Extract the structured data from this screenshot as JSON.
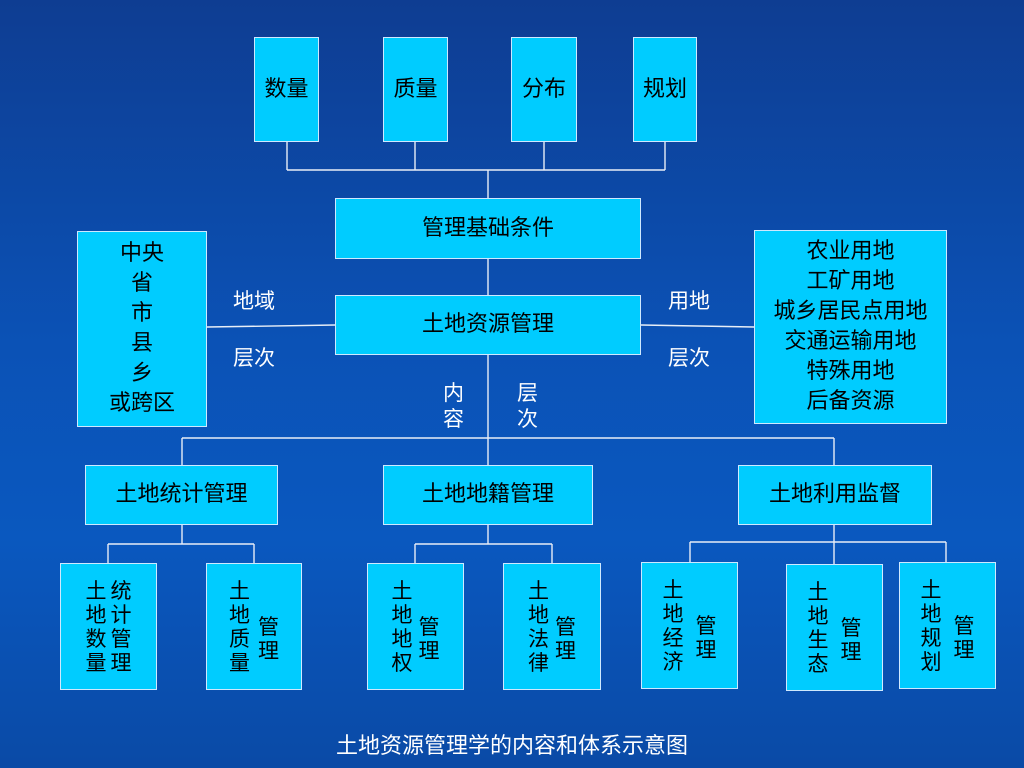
{
  "top_factors": [
    "数量",
    "质量",
    "分布",
    "规划"
  ],
  "basis": "管理基础条件",
  "center": "土地资源管理",
  "left_box": "中央\n省\n市\n县\n乡\n或跨区",
  "right_box": "农业用地\n工矿用地\n城乡居民点用地\n交通运输用地\n特殊用地\n后备资源",
  "labels": {
    "left_top": "地域",
    "left_bottom": "层次",
    "right_top": "用地",
    "right_bottom": "层次",
    "content": "内\n容",
    "level": "层\n次"
  },
  "branches": [
    "土地统计管理",
    "土地地籍管理",
    "土地利用监督"
  ],
  "leaves": [
    {
      "c1": "土\n地\n数\n量",
      "c2": "统\n计\n管\n理"
    },
    {
      "c1": "土\n地\n质\n量",
      "c2": "\n管\n理\n"
    },
    {
      "c1": "土\n地\n地\n权",
      "c2": "\n管\n理\n"
    },
    {
      "c1": "土\n地\n法\n律",
      "c2": "\n管\n理\n"
    },
    {
      "c1": "土\n地\n经\n济",
      "c2": "\n管\n理\n"
    },
    {
      "c1": "土\n地\n生\n态",
      "c2": "\n管\n理\n"
    },
    {
      "c1": "土\n地\n规\n划",
      "c2": "\n管\n理\n"
    }
  ],
  "caption": "土地资源管理学的内容和体系示意图"
}
